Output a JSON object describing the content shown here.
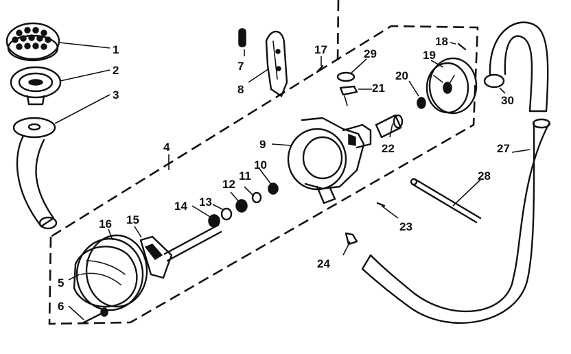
{
  "diagram": {
    "callouts": [
      {
        "id": "c1",
        "label": "1"
      },
      {
        "id": "c2",
        "label": "2"
      },
      {
        "id": "c3",
        "label": "3"
      },
      {
        "id": "c4",
        "label": "4"
      },
      {
        "id": "c5",
        "label": "5"
      },
      {
        "id": "c6",
        "label": "6"
      },
      {
        "id": "c7",
        "label": "7"
      },
      {
        "id": "c8",
        "label": "8"
      },
      {
        "id": "c9",
        "label": "9"
      },
      {
        "id": "c10",
        "label": "10"
      },
      {
        "id": "c11",
        "label": "11"
      },
      {
        "id": "c12",
        "label": "12"
      },
      {
        "id": "c13",
        "label": "13"
      },
      {
        "id": "c14",
        "label": "14"
      },
      {
        "id": "c15",
        "label": "15"
      },
      {
        "id": "c16",
        "label": "16"
      },
      {
        "id": "c17",
        "label": "17"
      },
      {
        "id": "c18",
        "label": "18"
      },
      {
        "id": "c19",
        "label": "19"
      },
      {
        "id": "c20",
        "label": "20"
      },
      {
        "id": "c21",
        "label": "21"
      },
      {
        "id": "c22",
        "label": "22"
      },
      {
        "id": "c23",
        "label": "23"
      },
      {
        "id": "c24",
        "label": "24"
      },
      {
        "id": "c27",
        "label": "27"
      },
      {
        "id": "c28",
        "label": "28"
      },
      {
        "id": "c29",
        "label": "29"
      },
      {
        "id": "c30",
        "label": "30"
      }
    ]
  }
}
